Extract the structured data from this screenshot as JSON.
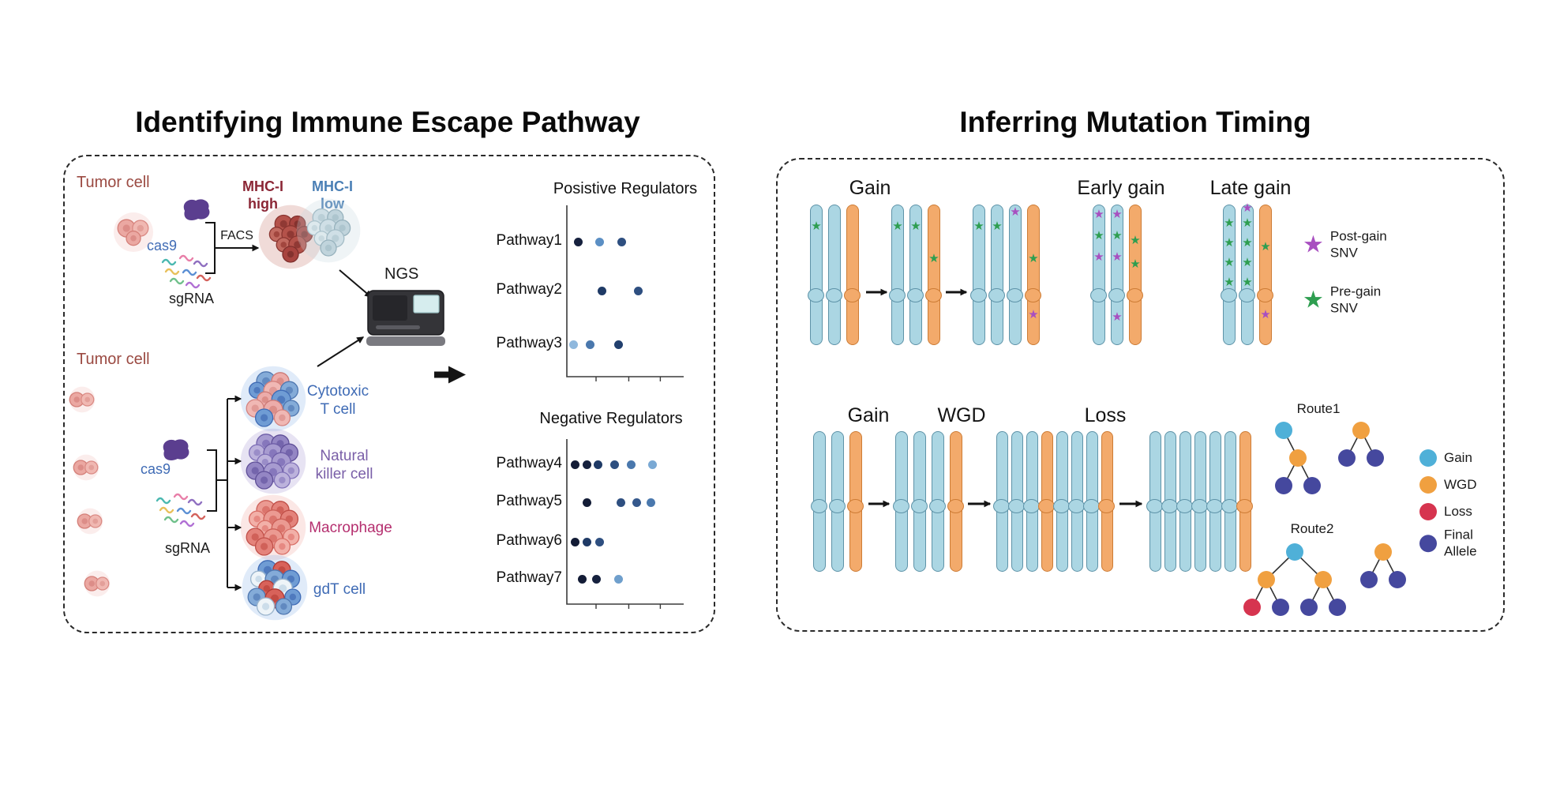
{
  "icons": {
    "snv_star": "★"
  },
  "left_panel": {
    "title": "Identifying Immune Escape Pathway",
    "labels": {
      "tumor_cell_top": "Tumor cell",
      "cas9_top": "cas9",
      "sgrna_top": "sgRNA",
      "facs": "FACS",
      "mhc_high": "MHC-I\nhigh",
      "mhc_low": "MHC-I\nlow",
      "ngs": "NGS",
      "tumor_cell_bottom": "Tumor cell",
      "cas9_bottom": "cas9",
      "sgrna_bottom": "sgRNA"
    },
    "immune_cells": [
      {
        "id": "cytotoxic-t-cell",
        "label": "Cytotoxic\nT cell",
        "color": "#3f6bb5"
      },
      {
        "id": "natural-killer-cell",
        "label": "Natural\nkiller cell",
        "color": "#7a5fa8"
      },
      {
        "id": "macrophage",
        "label": "Macrophage",
        "color": "#b52f6f"
      },
      {
        "id": "gdt-cell",
        "label": "gdT cell",
        "color": "#3f6bb5"
      }
    ],
    "plots": [
      {
        "title": "Posistive Regulators",
        "rows": [
          {
            "label": "Pathway1",
            "dots": [
              {
                "x": 0.1,
                "color": "#16213e"
              },
              {
                "x": 0.28,
                "color": "#5b8fc4"
              },
              {
                "x": 0.47,
                "color": "#2e4f80"
              }
            ]
          },
          {
            "label": "Pathway2",
            "dots": [
              {
                "x": 0.3,
                "color": "#1f3a66"
              },
              {
                "x": 0.61,
                "color": "#2e4f80"
              }
            ]
          },
          {
            "label": "Pathway3",
            "dots": [
              {
                "x": 0.06,
                "color": "#8fb8dd"
              },
              {
                "x": 0.2,
                "color": "#4a78ad"
              },
              {
                "x": 0.44,
                "color": "#22406e"
              }
            ]
          }
        ]
      },
      {
        "title": "Negative Regulators",
        "rows": [
          {
            "label": "Pathway4",
            "dots": [
              {
                "x": 0.07,
                "color": "#131c36"
              },
              {
                "x": 0.17,
                "color": "#16213e"
              },
              {
                "x": 0.27,
                "color": "#1f3a66"
              },
              {
                "x": 0.41,
                "color": "#2e4f80"
              },
              {
                "x": 0.55,
                "color": "#4a78ad"
              },
              {
                "x": 0.73,
                "color": "#7aa9d4"
              }
            ]
          },
          {
            "label": "Pathway5",
            "dots": [
              {
                "x": 0.17,
                "color": "#131c36"
              },
              {
                "x": 0.46,
                "color": "#2e4f80"
              },
              {
                "x": 0.6,
                "color": "#35588c"
              },
              {
                "x": 0.72,
                "color": "#4a78ad"
              }
            ]
          },
          {
            "label": "Pathway6",
            "dots": [
              {
                "x": 0.07,
                "color": "#131c36"
              },
              {
                "x": 0.17,
                "color": "#1f3a66"
              },
              {
                "x": 0.28,
                "color": "#2e4f80"
              }
            ]
          },
          {
            "label": "Pathway7",
            "dots": [
              {
                "x": 0.13,
                "color": "#131c36"
              },
              {
                "x": 0.25,
                "color": "#16213e"
              },
              {
                "x": 0.44,
                "color": "#6f9fcc"
              }
            ]
          }
        ]
      }
    ]
  },
  "right_panel": {
    "title": "Inferring Mutation Timing",
    "labels": {
      "gain_top": "Gain",
      "early_gain": "Early gain",
      "late_gain": "Late gain",
      "gain_bottom": "Gain",
      "wgd": "WGD",
      "loss": "Loss"
    },
    "snv_legend": [
      {
        "id": "post-gain-snv",
        "label": "Post-gain\nSNV",
        "color": "#a84fc0"
      },
      {
        "id": "pre-gain-snv",
        "label": "Pre-gain\nSNV",
        "color": "#2e9e50"
      }
    ],
    "chromosome_colors": {
      "blue": {
        "fill": "#abd6e3",
        "stroke": "#5e93a8"
      },
      "orange": {
        "fill": "#f3aa6b",
        "stroke": "#cd7c35"
      }
    },
    "gain_sequence": [
      {
        "chroms": [
          {
            "c": "blue",
            "stars": [
              [
                "green",
                0.15
              ]
            ]
          },
          {
            "c": "blue",
            "stars": []
          },
          {
            "c": "orange",
            "stars": []
          }
        ]
      },
      {
        "chroms": [
          {
            "c": "blue",
            "stars": [
              [
                "green",
                0.15
              ]
            ]
          },
          {
            "c": "blue",
            "stars": [
              [
                "green",
                0.15
              ]
            ]
          },
          {
            "c": "orange",
            "stars": [
              [
                "green",
                0.38
              ]
            ]
          }
        ]
      },
      {
        "chroms": [
          {
            "c": "blue",
            "stars": [
              [
                "green",
                0.15
              ]
            ]
          },
          {
            "c": "blue",
            "stars": [
              [
                "green",
                0.15
              ]
            ]
          },
          {
            "c": "blue",
            "stars": [
              [
                "purple",
                0.05
              ]
            ]
          },
          {
            "c": "orange",
            "stars": [
              [
                "green",
                0.38
              ],
              [
                "purple",
                0.78
              ]
            ]
          }
        ]
      }
    ],
    "early_gain_group": {
      "chroms": [
        {
          "c": "blue",
          "stars": [
            [
              "purple",
              0.07
            ],
            [
              "green",
              0.22
            ],
            [
              "purple",
              0.37
            ]
          ]
        },
        {
          "c": "blue",
          "stars": [
            [
              "purple",
              0.07
            ],
            [
              "green",
              0.22
            ],
            [
              "purple",
              0.37
            ],
            [
              "purple",
              0.8
            ]
          ]
        },
        {
          "c": "orange",
          "stars": [
            [
              "green",
              0.25
            ],
            [
              "green",
              0.42
            ]
          ]
        }
      ]
    },
    "late_gain_group": {
      "chroms": [
        {
          "c": "blue",
          "stars": [
            [
              "green",
              0.13
            ],
            [
              "green",
              0.27
            ],
            [
              "green",
              0.41
            ],
            [
              "green",
              0.55
            ]
          ]
        },
        {
          "c": "blue",
          "stars": [
            [
              "purple",
              0.02
            ],
            [
              "green",
              0.13
            ],
            [
              "green",
              0.27
            ],
            [
              "green",
              0.41
            ],
            [
              "green",
              0.55
            ]
          ]
        },
        {
          "c": "orange",
          "stars": [
            [
              "green",
              0.3
            ],
            [
              "purple",
              0.78
            ]
          ]
        }
      ]
    },
    "cn_sequence": [
      {
        "chroms": [
          "blue",
          "blue",
          "orange"
        ]
      },
      {
        "chroms": [
          "blue",
          "blue",
          "blue",
          "orange"
        ]
      },
      {
        "chroms": [
          "blue",
          "blue",
          "blue",
          "orange",
          "blue",
          "blue",
          "blue",
          "orange"
        ]
      },
      {
        "chroms": [
          "blue",
          "blue",
          "blue",
          "blue",
          "blue",
          "blue",
          "orange"
        ]
      }
    ],
    "routes": [
      {
        "label": "Route1",
        "trees": [
          {
            "type": "gain",
            "children": [
              {
                "type": "wgd",
                "children": [
                  {
                    "type": "final"
                  },
                  {
                    "type": "final"
                  }
                ]
              }
            ]
          },
          {
            "type": "wgd",
            "children": [
              {
                "type": "final"
              },
              {
                "type": "final"
              }
            ]
          }
        ]
      },
      {
        "label": "Route2",
        "trees": [
          {
            "type": "gain",
            "children": [
              {
                "type": "wgd",
                "children": [
                  {
                    "type": "loss"
                  },
                  {
                    "type": "final"
                  }
                ]
              },
              {
                "type": "wgd",
                "children": [
                  {
                    "type": "final"
                  },
                  {
                    "type": "final"
                  }
                ]
              }
            ]
          },
          {
            "type": "wgd",
            "children": [
              {
                "type": "final"
              },
              {
                "type": "final"
              }
            ]
          }
        ]
      }
    ],
    "node_legend": [
      {
        "type": "gain",
        "label": "Gain",
        "color": "#4fb0d8"
      },
      {
        "type": "wgd",
        "label": "WGD",
        "color": "#f0a040"
      },
      {
        "type": "loss",
        "label": "Loss",
        "color": "#d6344f"
      },
      {
        "type": "final",
        "label": "Final\nAllele",
        "color": "#45489e"
      }
    ]
  }
}
